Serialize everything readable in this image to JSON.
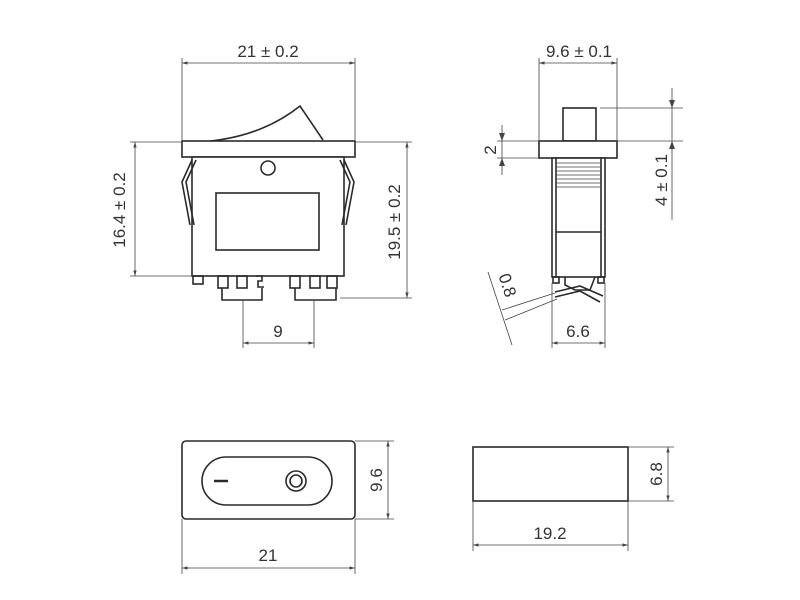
{
  "colors": {
    "line": "#2a2a2a",
    "background": "#ffffff"
  },
  "front_view": {
    "width_dim": "21 ± 0.2",
    "body_height_dim": "16.4 ± 0.2",
    "total_height_dim": "19.5 ± 0.2",
    "terminal_pitch_dim": "9"
  },
  "side_view": {
    "width_dim": "9.6 ± 0.1",
    "flange_dim": "2",
    "rocker_dim": "4 ± 0.1",
    "terminal_thickness_dim": "0.8",
    "base_width_dim": "6.6"
  },
  "top_view": {
    "height_dim": "9.6",
    "width_dim": "21"
  },
  "cutout_view": {
    "height_dim": "6.8",
    "width_dim": "19.2"
  }
}
